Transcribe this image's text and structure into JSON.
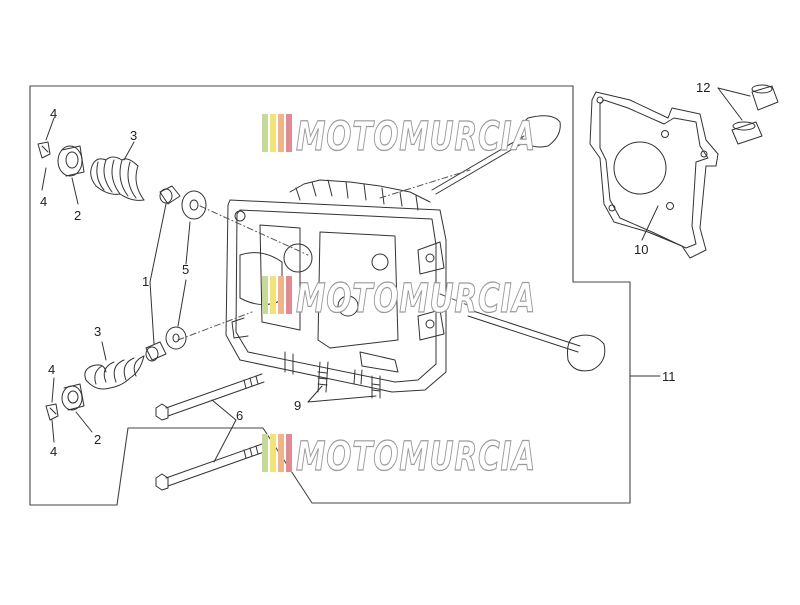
{
  "callouts": {
    "c1": "1",
    "c2a": "2",
    "c2b": "2",
    "c3a": "3",
    "c3b": "3",
    "c4a": "4",
    "c4b": "4",
    "c4c": "4",
    "c4d": "4",
    "c5": "5",
    "c6": "6",
    "c9": "9",
    "c10": "10",
    "c11": "11",
    "c12": "12"
  },
  "watermark": {
    "text": "MOTOMURCIA",
    "stripe_colors": [
      "#c6d99a",
      "#f3e27a",
      "#f1b489",
      "#e08b92"
    ],
    "text_fill": "#ffffff",
    "text_stroke": "#9a9a9a"
  },
  "colors": {
    "line": "#333333",
    "frame": "#444444"
  }
}
